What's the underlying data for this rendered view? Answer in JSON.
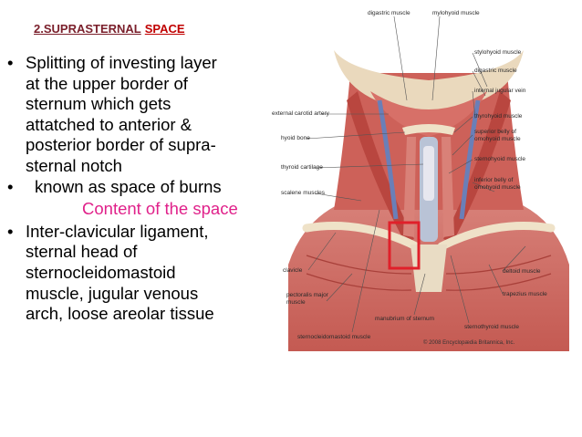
{
  "title": {
    "part1": "2.SUPRASTERNAL",
    "part2": "SPACE"
  },
  "bullets": [
    [
      "Splitting of investing layer",
      "at the upper border of",
      "sternum which gets",
      "attatched to anterior &",
      "posterior border of supra-",
      "sternal notch"
    ],
    [
      "known as space of burns"
    ]
  ],
  "content_heading": "Content of the space",
  "content_bullet": [
    "Inter-clavicular ligament,",
    "sternal head of",
    "sternocleidomastoid",
    "muscle, jugular venous",
    "arch, loose areolar tissue"
  ],
  "figure": {
    "labels": {
      "digastric_top": "digastric muscle",
      "mylohyoid": "mylohyoid muscle",
      "stylohyoid": "stylohyoid muscle",
      "digastric_right": "digastric muscle",
      "internal_jugular": "internal jugular vein",
      "ext_carotid": "external carotid artery",
      "thyrohyoid": "thyrohyoid muscle",
      "hyoid": "hyoid bone",
      "superior_belly": "superior belly of",
      "omohyoid_1": "omohyoid muscle",
      "thyroid_cart": "thyroid cartilage",
      "sternohyoid": "sternohyoid muscle",
      "inferior_belly": "inferior belly of",
      "omohyoid_2": "omohyoid muscle",
      "scalene": "scalene muscles",
      "clavicle": "clavicle",
      "deltoid": "deltoid muscle",
      "pectoralis_1": "pectoralis major",
      "pectoralis_2": "muscle",
      "trapezius": "trapezius muscle",
      "manubrium": "manubrium of sternum",
      "sternothyroid": "sternothyroid muscle",
      "sternocleido": "sternocleidomastoid muscle"
    },
    "credit": "© 2008 Encyclopædia Britannica, Inc.",
    "colors": {
      "muscle": "#c9574f",
      "highlight_box": "#e0202a",
      "bone": "#e9dcc4"
    }
  }
}
